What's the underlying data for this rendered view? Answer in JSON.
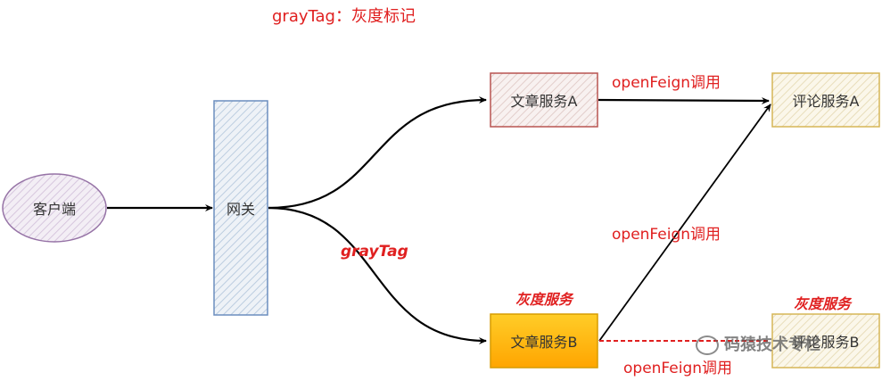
{
  "title": "grayTag：灰度标记",
  "nodes": {
    "client": "客户端",
    "gateway": "网关",
    "article_a": "文章服务A",
    "article_b": "文章服务B",
    "comment_a": "评论服务A",
    "comment_b": "评论服务B"
  },
  "edges": {
    "feign_top": "openFeign调用",
    "feign_mid": "openFeign调用",
    "feign_bottom": "openFeign调用",
    "gray_tag": "grayTag"
  },
  "badges": {
    "gray_service_1": "灰度服务",
    "gray_service_2": "灰度服务"
  },
  "watermark": "码猿技术专栏",
  "colors": {
    "red": "#e02020",
    "gray_box_fill": "#ffc107",
    "gray_box_stroke": "#d79b00"
  }
}
